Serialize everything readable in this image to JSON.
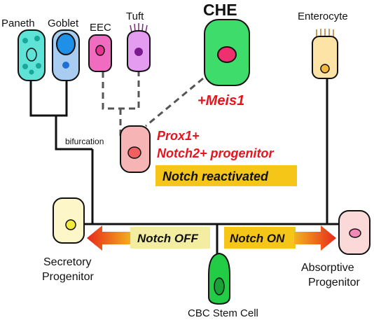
{
  "diagram": {
    "cells": {
      "paneth": "Paneth",
      "goblet": "Goblet",
      "eec": "EEC",
      "tuft": "Tuft",
      "che": "CHE",
      "enterocyte": "Enterocyte",
      "secretory_line1": "Secretory",
      "secretory_line2": "Progenitor",
      "absorptive_line1": "Absorptive",
      "absorptive_line2": "Progenitor",
      "cbc": "CBC Stem Cell"
    },
    "annotations": {
      "meis1": "+Meis1",
      "prox1": "Prox1+",
      "notch2": "Notch2+ progenitor",
      "notch_reactivated": "Notch reactivated",
      "bifurcation": "bifurcation",
      "notch_off": "Notch OFF",
      "notch_on": "Notch ON"
    },
    "colors": {
      "paneth_fill": "#5ee3d6",
      "goblet_fill": "#a9cdf0",
      "eec_fill": "#f06cc0",
      "tuft_fill": "#e49cf0",
      "che_fill": "#3ddc6b",
      "che_nucleus": "#f0306e",
      "enterocyte_fill": "#fde3a6",
      "progenitor_fill": "#f6b4b4",
      "secretory_fill": "#fdf6c8",
      "absorptive_fill": "#fbd9d9",
      "cbc_fill": "#22cc44",
      "notch_off_bg": "#f2eda0",
      "notch_on_bg": "#f5c518",
      "notch_reactivated_bg": "#f5c518",
      "annotation_red": "#e8141d"
    }
  }
}
